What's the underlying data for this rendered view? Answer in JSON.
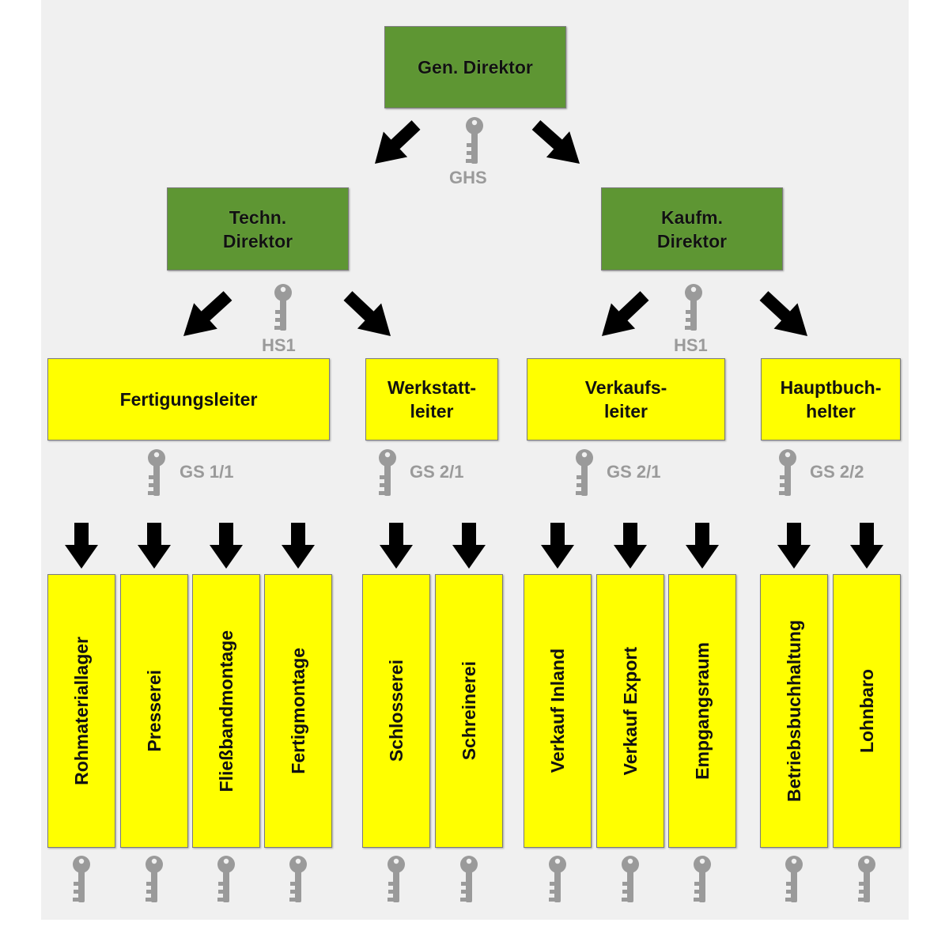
{
  "boxes": {
    "gen_direktor": "Gen. Direktor",
    "techn_direktor": "Techn.\nDirektor",
    "kaufm_direktor": "Kaufm.\nDirektor",
    "fertigungsleiter": "Fertigungsleiter",
    "werkstattleiter": "Werkstatt-\nleiter",
    "verkaufsleiter": "Verkaufs-\nleiter",
    "hauptbuchhalter": "Hauptbuch-\nhelter"
  },
  "colors": {
    "green": "#5e9633",
    "yellow": "#ffff00",
    "key": "#9a9a9a",
    "arrow": "#000000",
    "background": "#f0f0f0"
  },
  "key_labels": {
    "ghs": "GHS",
    "hs1_left": "HS1",
    "hs1_right": "HS1",
    "gs_fertigung": "GS 1/1",
    "gs_werkstatt": "GS 2/1",
    "gs_verkauf": "GS 2/1",
    "gs_hauptbuch": "GS 2/2"
  },
  "departments": [
    "Rohmateriallager",
    "Presserei",
    "Fließbandmontage",
    "Fertigmontage",
    "Schlosserei",
    "Schreinerei",
    "Verkauf Inland",
    "Verkauf Export",
    "Empgangsraum",
    "Betriebsbuchhaltung",
    "Lohnbaro"
  ],
  "icons": {
    "key": "key-icon",
    "arrow_down": "arrow-down-icon",
    "arrow_diagonal": "arrow-diagonal-icon"
  }
}
